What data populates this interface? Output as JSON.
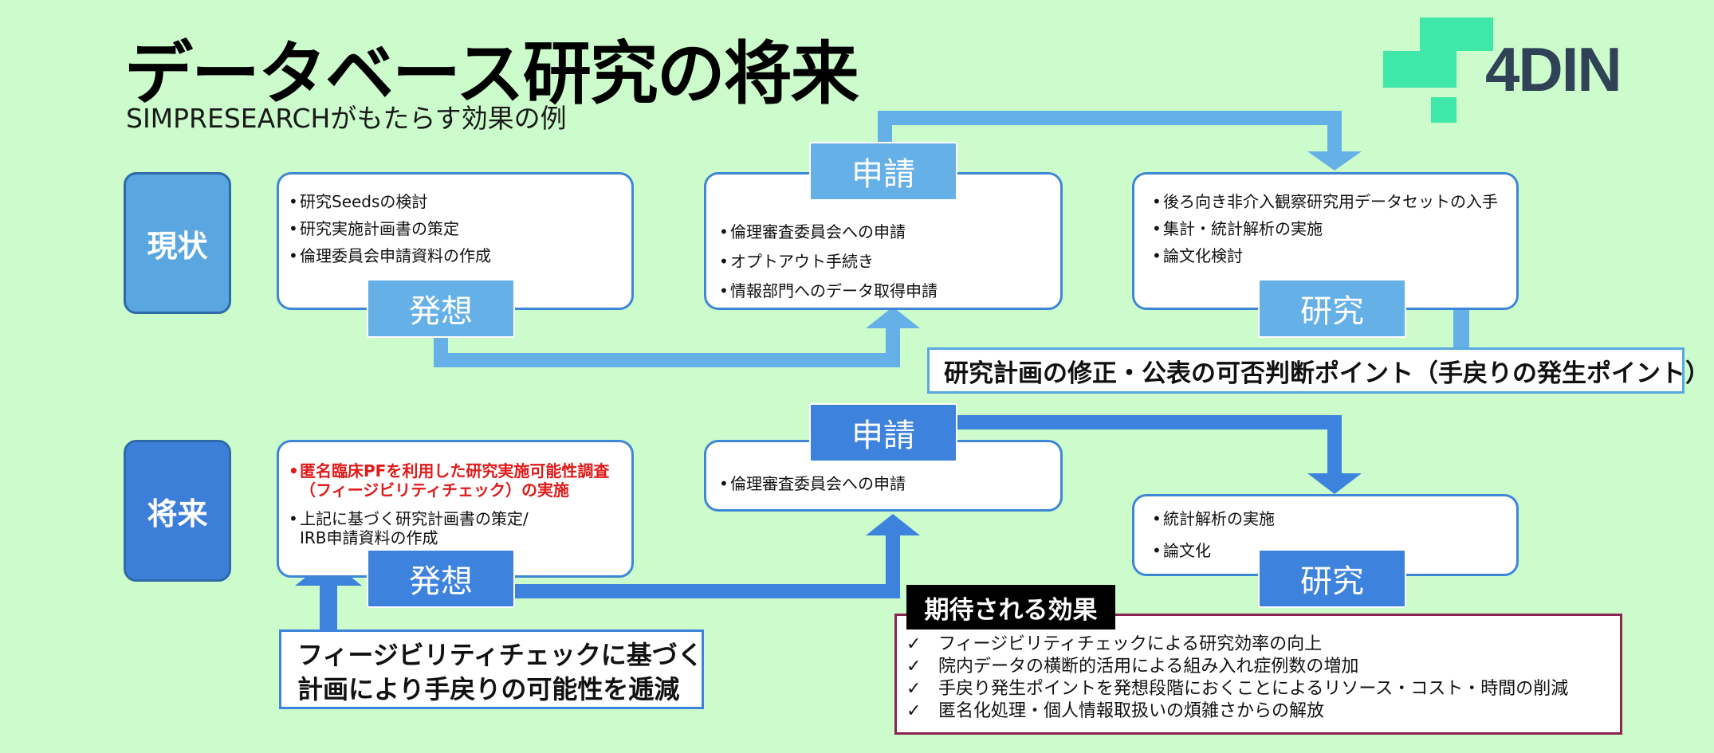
{
  "header": {
    "title": "データベース研究の将来",
    "subtitle": "SIMPRESEARCHがもたらす効果の例"
  },
  "logo": {
    "text": "4DIN"
  },
  "rows": {
    "now_label": "現状",
    "future_label": "将来"
  },
  "now": {
    "idea": {
      "tag": "発想",
      "items": [
        "研究Seedsの検討",
        "研究実施計画書の策定",
        "倫理委員会申請資料の作成"
      ]
    },
    "apply": {
      "tag": "申請",
      "items": [
        "倫理審査委員会への申請",
        "オプトアウト手続き",
        "情報部門へのデータ取得申請"
      ]
    },
    "research": {
      "tag": "研究",
      "items": [
        "後ろ向き非介入観察研究用データセットの入手",
        "集計・統計解析の実施",
        "論文化検討"
      ]
    },
    "note": "研究計画の修正・公表の可否判断ポイント（手戻りの発生ポイント）"
  },
  "future": {
    "idea": {
      "tag": "発想",
      "highlight_line1": "匿名臨床PFを利用した研究実施可能性調査",
      "highlight_line2": "（フィージビリティチェック）の実施",
      "item2_line1": "上記に基づく研究計画書の策定/",
      "item2_line2": "IRB申請資料の作成"
    },
    "apply": {
      "tag": "申請",
      "items": [
        "倫理審査委員会への申請"
      ]
    },
    "research": {
      "tag": "研究",
      "items": [
        "統計解析の実施",
        "論文化"
      ]
    },
    "note_line1": "フィージビリティチェックに基づく",
    "note_line2": "計画により手戻りの可能性を逓減"
  },
  "effects": {
    "title": "期待される効果",
    "check_icon": "✓",
    "items": [
      "フィージビリティチェックによる研究効率の向上",
      "院内データの横断的活用による組み入れ症例数の増加",
      "手戻り発生ポイントを発想段階におくことによるリソース・コスト・時間の削減",
      "匿名化処理・個人情報取扱いの煩雑さからの解放"
    ]
  },
  "colors": {
    "background": "#ccfccc",
    "now_accent": "#66b0e8",
    "future_accent": "#3d82dd",
    "effects_border": "#8b2450",
    "highlight_text": "#e01919",
    "logo_green": "#3fe8a8",
    "logo_text": "#2f4256"
  }
}
